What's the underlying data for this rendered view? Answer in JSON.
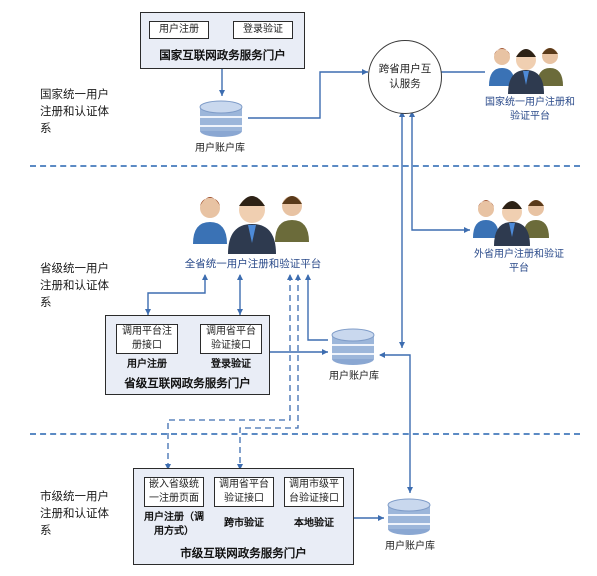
{
  "tiers": {
    "national": "国家统一用户注册和认证体系",
    "provincial": "省级统一用户注册和认证体系",
    "municipal": "市级统一用户注册和认证体系"
  },
  "national": {
    "portal_title": "国家互联网政务服务门户",
    "btn_register": "用户注册",
    "btn_login": "登录验证",
    "db_label": "用户账户库",
    "cross_service": "跨省用户互认服务",
    "platform_label": "国家统一用户注册和验证平台"
  },
  "provincial": {
    "platform_label": "全省统一用户注册和验证平台",
    "other_platform_label": "外省用户注册和验证平台",
    "box_register_api": "调用平台注册接口",
    "box_verify_api": "调用省平台验证接口",
    "under_register": "用户注册",
    "under_login": "登录验证",
    "portal_title": "省级互联网政务服务门户",
    "db_label": "用户账户库"
  },
  "municipal": {
    "box_embed": "嵌入省级统一注册页面",
    "box_prov_verify": "调用省平台验证接口",
    "box_city_verify": "调用市级平台验证接口",
    "under_register": "用户注册（调用方式）",
    "under_cross_city": "跨市验证",
    "under_local": "本地验证",
    "portal_title": "市级互联网政务服务门户",
    "db_label": "用户账户库"
  },
  "colors": {
    "arrow": "#3d6db0",
    "separator": "#5b8ac4",
    "portal_fill": "#e9edf6",
    "db_top": "#c9d8ee",
    "db_body": "#9cb6da"
  }
}
